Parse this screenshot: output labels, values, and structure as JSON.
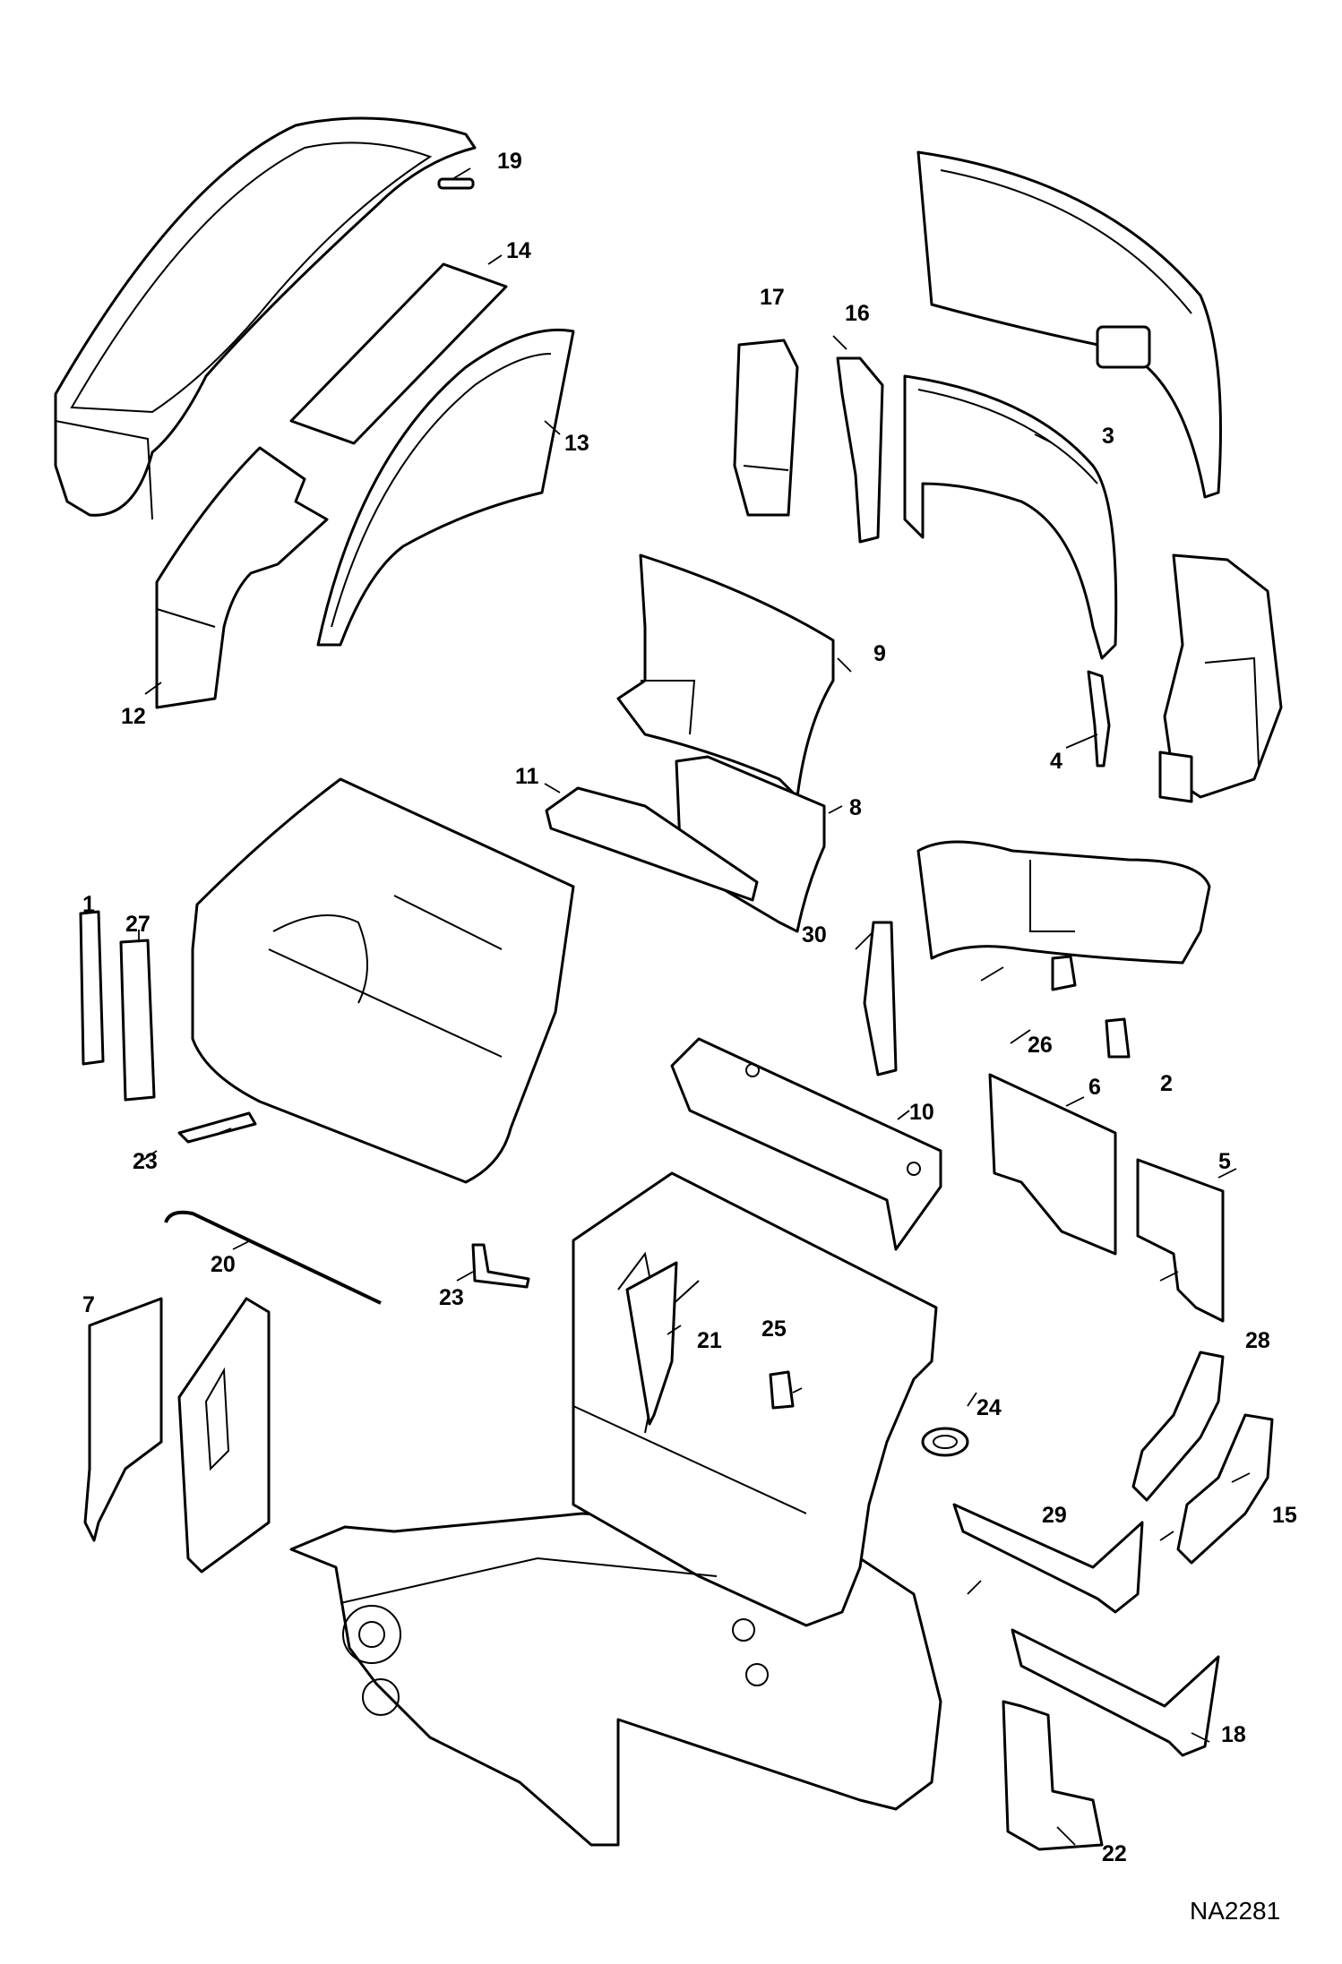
{
  "drawing_id": "NA2281",
  "callouts": [
    {
      "id": "c1",
      "label": "1"
    },
    {
      "id": "c2",
      "label": "2"
    },
    {
      "id": "c3",
      "label": "3"
    },
    {
      "id": "c4",
      "label": "4"
    },
    {
      "id": "c5",
      "label": "5"
    },
    {
      "id": "c6",
      "label": "6"
    },
    {
      "id": "c7",
      "label": "7"
    },
    {
      "id": "c8",
      "label": "8"
    },
    {
      "id": "c9",
      "label": "9"
    },
    {
      "id": "c10",
      "label": "10"
    },
    {
      "id": "c11",
      "label": "11"
    },
    {
      "id": "c12",
      "label": "12"
    },
    {
      "id": "c13",
      "label": "13"
    },
    {
      "id": "c14",
      "label": "14"
    },
    {
      "id": "c15",
      "label": "15"
    },
    {
      "id": "c16",
      "label": "16"
    },
    {
      "id": "c17",
      "label": "17"
    },
    {
      "id": "c18",
      "label": "18"
    },
    {
      "id": "c19",
      "label": "19"
    },
    {
      "id": "c20",
      "label": "20"
    },
    {
      "id": "c21",
      "label": "21"
    },
    {
      "id": "c22",
      "label": "22"
    },
    {
      "id": "c23a",
      "label": "23"
    },
    {
      "id": "c23b",
      "label": "23"
    },
    {
      "id": "c24",
      "label": "24"
    },
    {
      "id": "c25",
      "label": "25"
    },
    {
      "id": "c26",
      "label": "26"
    },
    {
      "id": "c27",
      "label": "27"
    },
    {
      "id": "c28",
      "label": "28"
    },
    {
      "id": "c29",
      "label": "29"
    },
    {
      "id": "c30",
      "label": "30"
    }
  ]
}
